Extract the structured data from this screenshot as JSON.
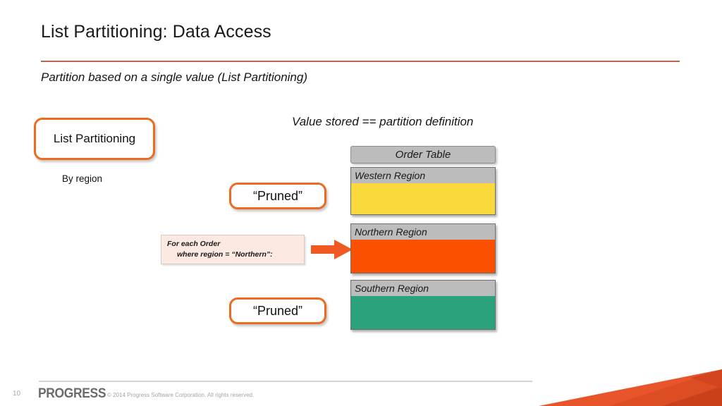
{
  "slide": {
    "title": "List Partitioning: Data Access",
    "subtitle": "Partition based on a single value (List Partitioning)",
    "heading": "Value stored == partition definition"
  },
  "left_panel": {
    "box_label": "List Partitioning",
    "caption": "By region"
  },
  "pruned_labels": {
    "top": "“Pruned”",
    "bottom": "“Pruned”"
  },
  "query_callout": {
    "line1": "For each Order",
    "line2": "where region = “Northern”:",
    "arrow_icon": "right-arrow-icon"
  },
  "order_table": {
    "header": "Order Table",
    "partitions": [
      {
        "label": "Western Region",
        "color": "#F9D93C",
        "pruned": true
      },
      {
        "label": "Northern Region",
        "color": "#FA5000",
        "pruned": false
      },
      {
        "label": "Southern Region",
        "color": "#2BA17E",
        "pruned": true
      }
    ]
  },
  "footer": {
    "slide_number": "10",
    "brand": "PROGRESS",
    "copyright": "© 2014 Progress Software Corporation. All rights reserved."
  },
  "colors": {
    "accent_orange": "#ED6B21",
    "rule_terracotta": "#B5674E",
    "header_gray": "#BCBCBC",
    "callout_bg": "#FBE9E2",
    "corner_orange": "#E8552A",
    "corner_orange_dark": "#D2451F"
  }
}
